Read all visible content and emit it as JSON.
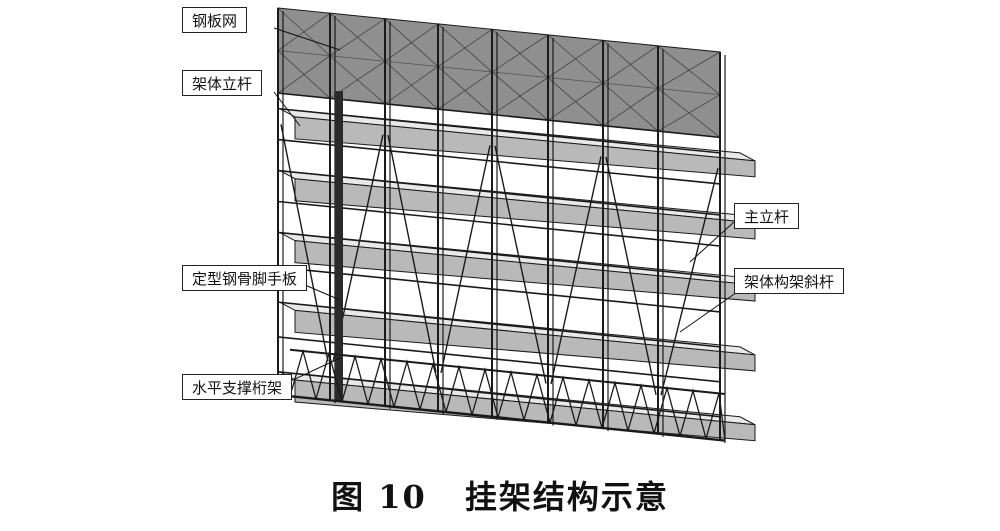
{
  "labels": {
    "steel_mesh": "钢板网",
    "frame_pole": "架体立杆",
    "main_pole": "主立杆",
    "scaffold_board": "定型钢骨脚手板",
    "diagonal_brace": "架体构架斜杆",
    "truss": "水平支撑桁架"
  },
  "caption": {
    "number": "图 10",
    "title": "挂架结构示意"
  },
  "colors": {
    "line": "#1a1a1a",
    "mesh": "#8f8f8f",
    "board_top": "#e9e9e9",
    "board_front": "#b9b9b9"
  }
}
